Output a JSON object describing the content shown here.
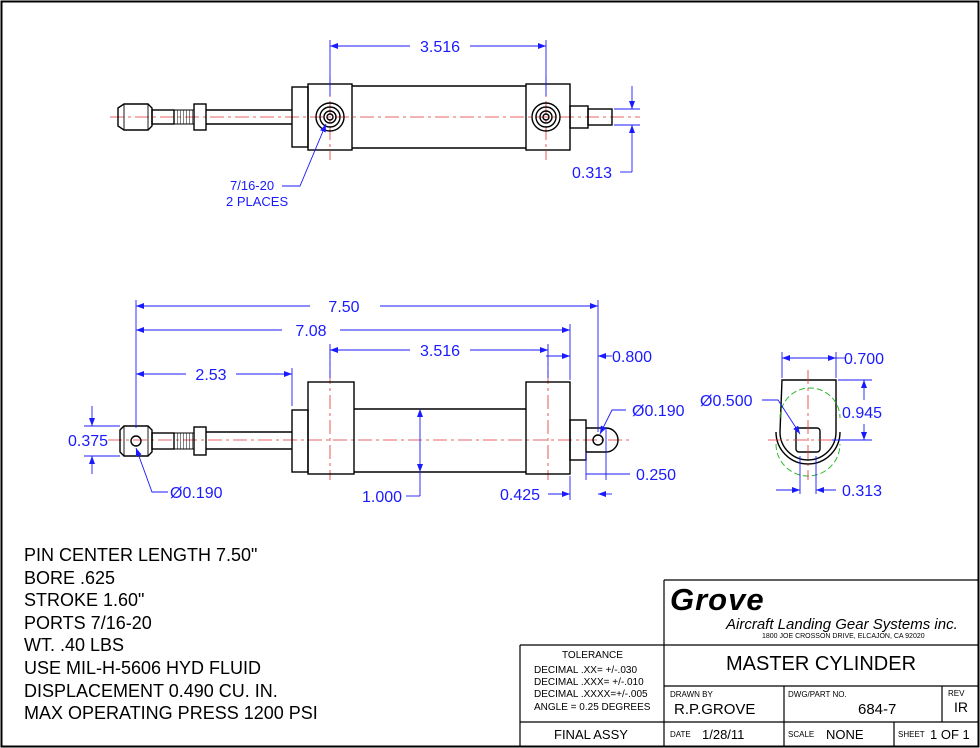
{
  "top_view": {
    "dim_length": "3.516",
    "dim_port_offset": "0.313",
    "port_callout": "7/16-20",
    "port_qty": "2 PLACES"
  },
  "side_view": {
    "dim_overall": "7.50",
    "dim_body_to_pin": "7.08",
    "dim_ports": "3.516",
    "dim_rod_end": "0.800",
    "dim_rod_eye": "2.53",
    "dim_eye_height": "0.375",
    "dim_clevis_hole": "Ø0.190",
    "dim_clevis_width": "0.250",
    "dim_body_height": "1.000",
    "dim_hole_offset": "0.425",
    "dim_rod_end_hole": "Ø0.190"
  },
  "end_view": {
    "dim_width": "0.700",
    "dim_radius": "Ø0.500",
    "dim_height": "0.945",
    "dim_slot": "0.313"
  },
  "notes": [
    "PIN CENTER LENGTH 7.50\"",
    "BORE .625",
    "STROKE 1.60\"",
    "PORTS  7/16-20",
    "WT. .40 LBS",
    "USE MIL-H-5606 HYD FLUID",
    "DISPLACEMENT 0.490 CU. IN.",
    "MAX OPERATING PRESS 1200 PSI"
  ],
  "title_block": {
    "company": "Grove",
    "company_full": "Aircraft Landing Gear Systems inc.",
    "address": "1800 JOE CROSSON DRIVE, ELCAJON, CA 92020",
    "tolerance_title": "TOLERANCE",
    "tolerances": [
      "DECIMAL .XX=  +/-.030",
      "DECIMAL .XXX= +/-.010",
      "DECIMAL .XXXX=+/-.005",
      "ANGLE = 0.25 DEGREES"
    ],
    "final_assy": "FINAL ASSY",
    "drawing_title": "MASTER CYLINDER",
    "drawn_by_label": "DRAWN BY",
    "drawn_by": "R.P.GROVE",
    "part_no_label": "DWG/PART NO.",
    "part_no": "684-7",
    "rev_label": "REV",
    "rev": "IR",
    "date_label": "DATE",
    "date": "1/28/11",
    "scale_label": "SCALE",
    "scale": "NONE",
    "sheet_label": "SHEET",
    "sheet": "1 OF 1"
  }
}
